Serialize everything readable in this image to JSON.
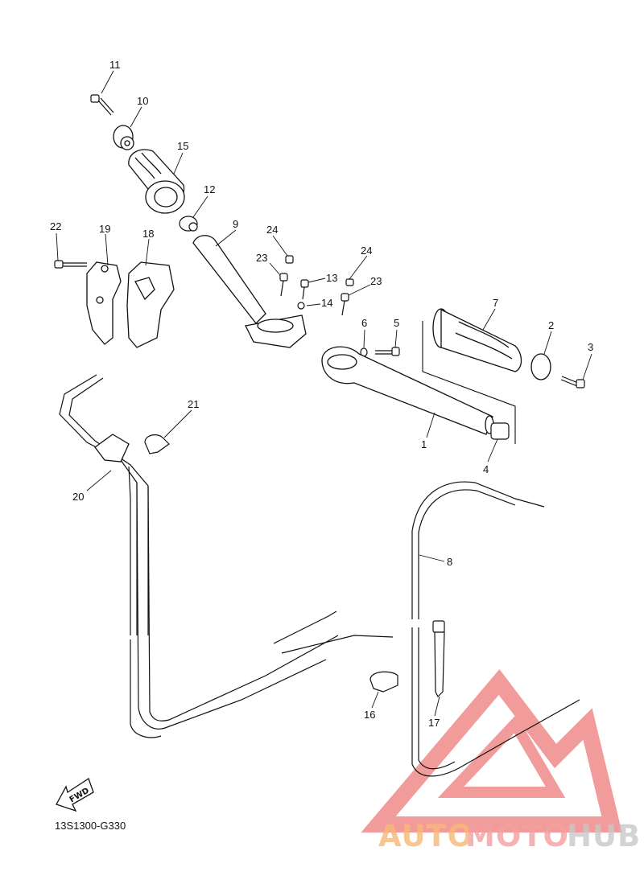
{
  "diagram": {
    "part_callouts": [
      "1",
      "2",
      "3",
      "4",
      "5",
      "6",
      "7",
      "8",
      "9",
      "10",
      "11",
      "12",
      "13",
      "14",
      "15",
      "16",
      "17",
      "18",
      "19",
      "20",
      "21",
      "22",
      "23",
      "24",
      "23",
      "24"
    ],
    "diagram_code": "13S1300-G330",
    "fwd_label": "FWD"
  },
  "watermark": {
    "part_a": "AUTO",
    "part_b": "MOTO",
    "part_c": "HUB",
    "colors": {
      "auto": "#f7b977",
      "moto": "#f4a0a0",
      "hub": "#c9c9c9",
      "triangle": "#f08a8a"
    }
  }
}
